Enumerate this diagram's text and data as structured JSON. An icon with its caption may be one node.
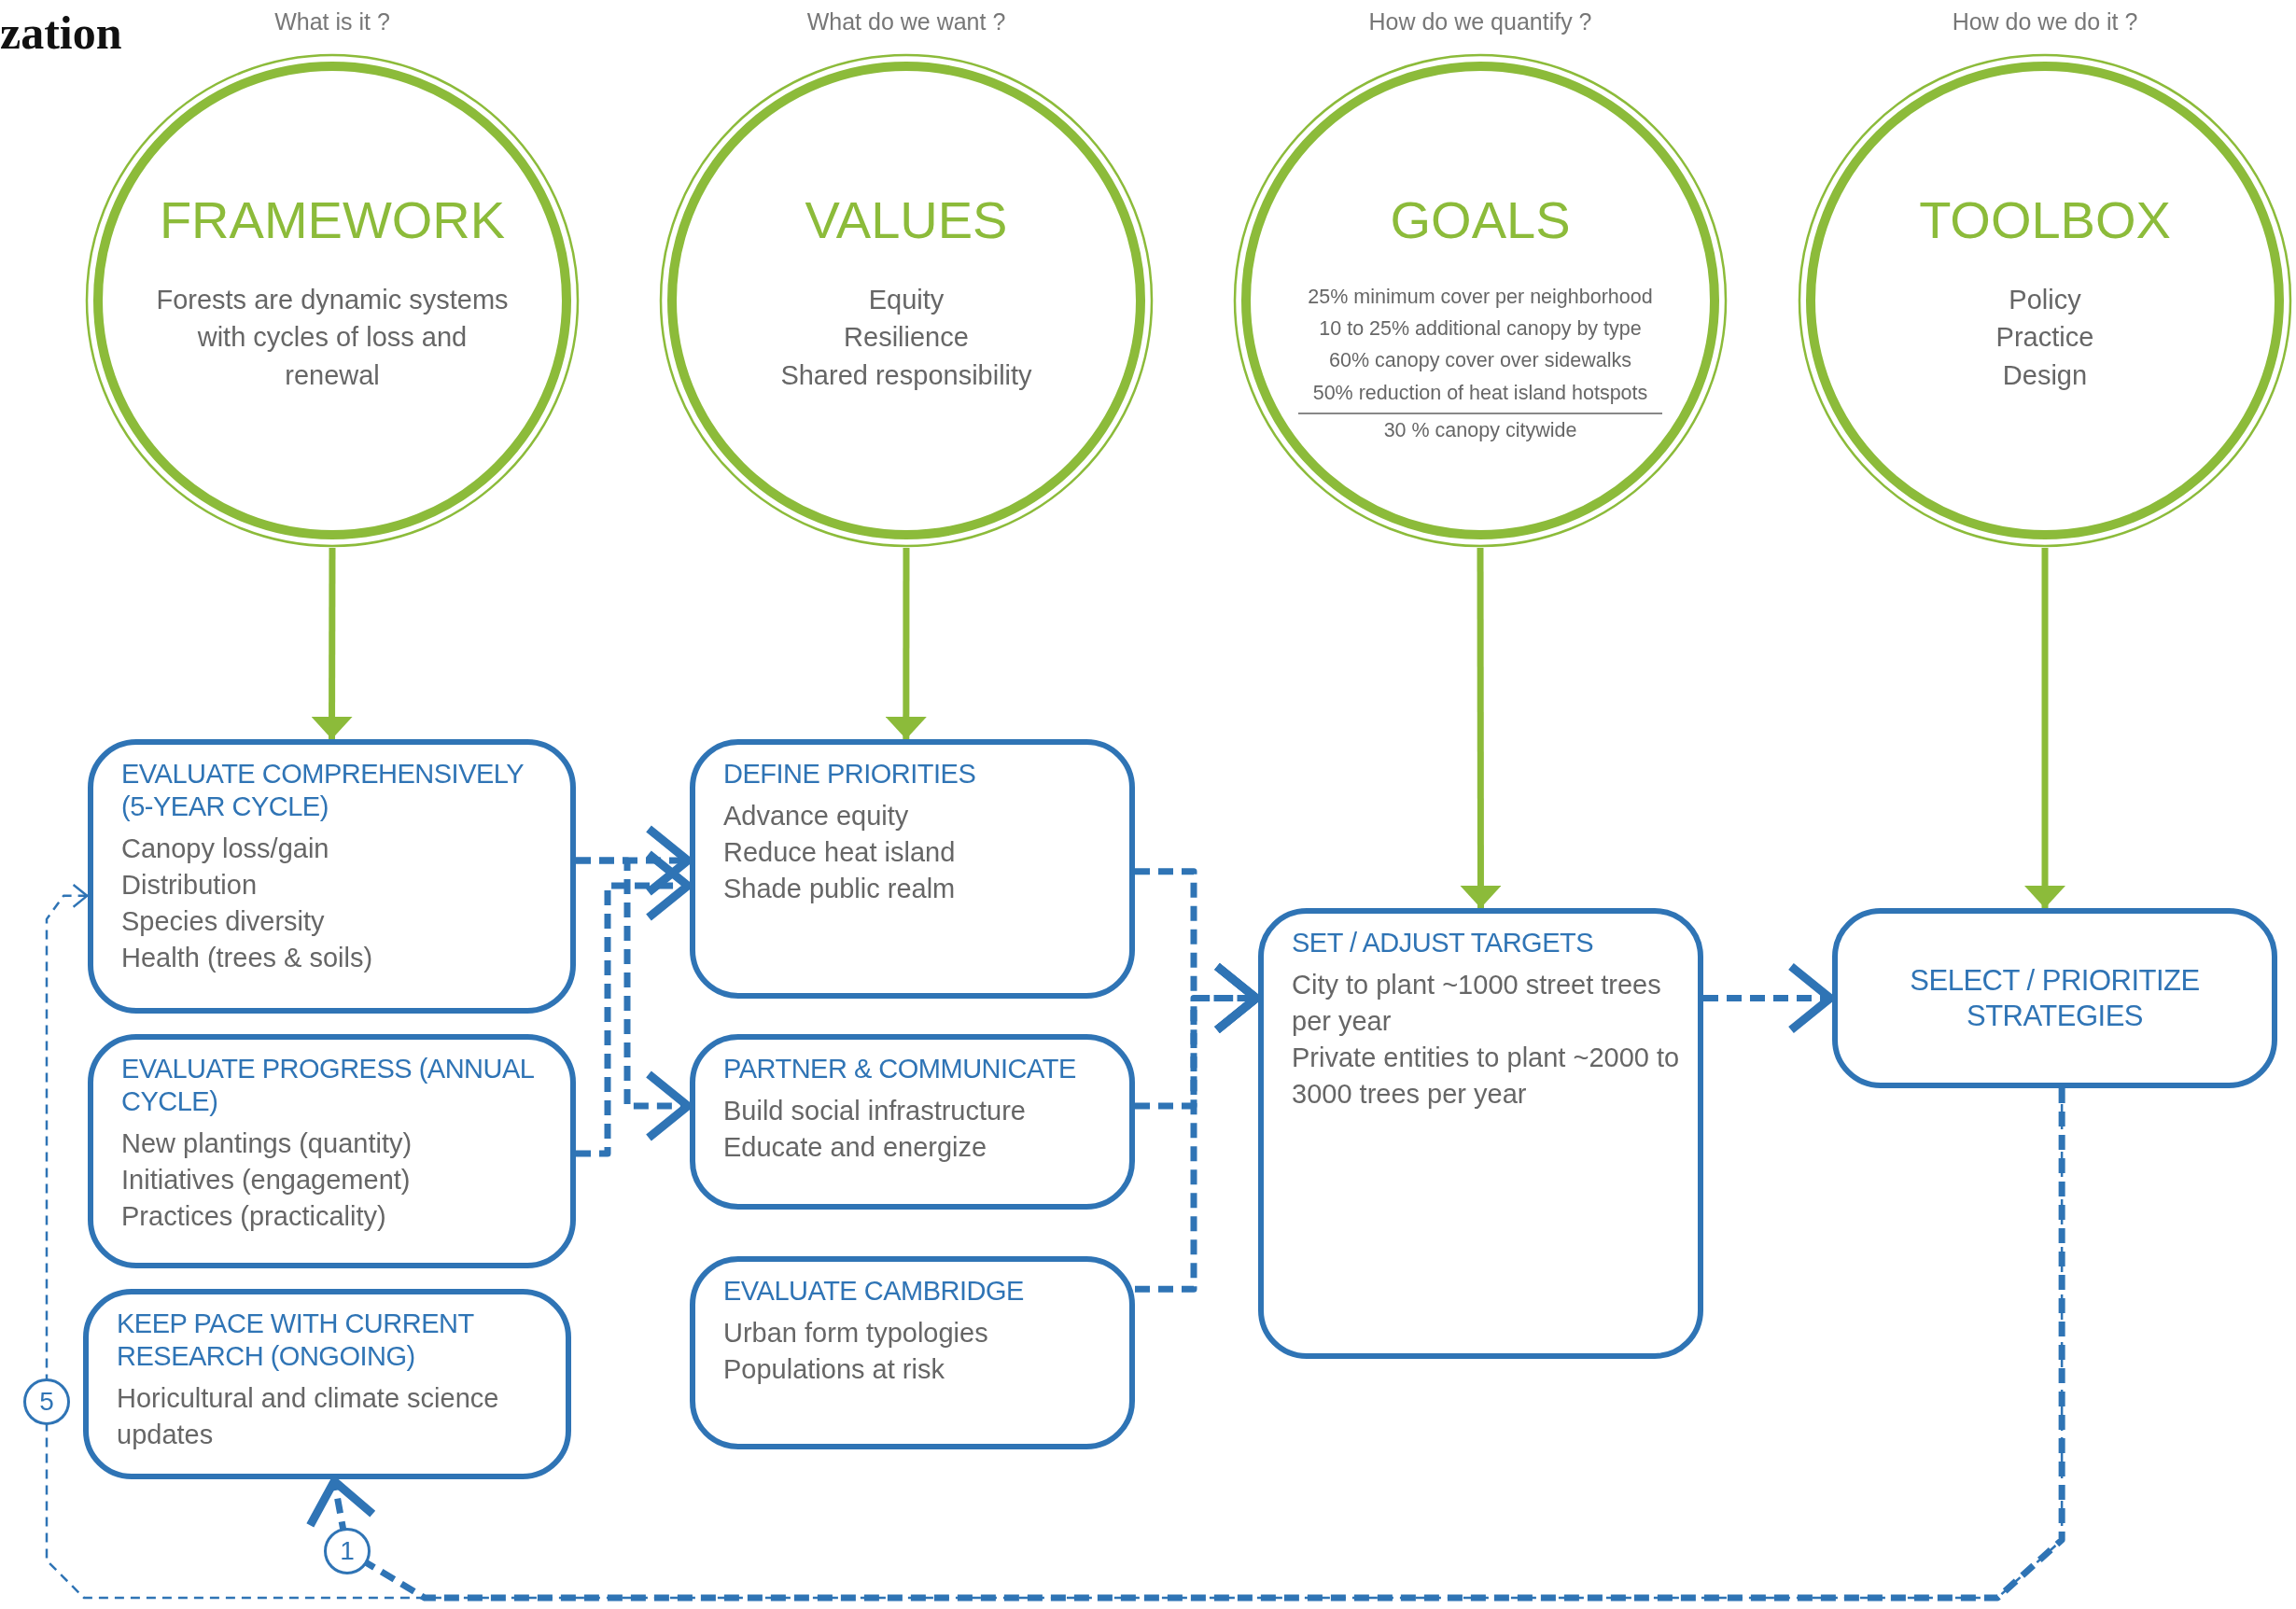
{
  "diagram": {
    "title": "zation",
    "nodes": [
      {
        "text": [
          "FRAMEWORK",
          "Forests are dynamic systems with cycles of loss and renewal"
        ],
        "beside": [
          "What is it ?"
        ]
      },
      {
        "text": [
          "VALUES",
          "Equity",
          "Resilience",
          "Shared responsibility"
        ],
        "beside": [
          "What do we want ?"
        ]
      },
      {
        "text": [
          "GOALS",
          "25% minimum cover per neighborhood",
          "10 to 25% additional canopy by type",
          "60% canopy cover over sidewalks",
          "50% reduction of heat island hotspots",
          "30 % canopy citywide"
        ],
        "beside": [
          "How do we quantify ?"
        ]
      },
      {
        "text": [
          "TOOLBOX",
          "Policy",
          "Practice",
          "Design"
        ],
        "beside": [
          "How do we do it ?"
        ]
      },
      {
        "text": [
          "EVALUATE COMPREHENSIVELY (5-YEAR CYCLE)",
          "Canopy loss/gain",
          "Distribution",
          "Species diversity",
          "Health (trees & soils)"
        ]
      },
      {
        "text": [
          "EVALUATE PROGRESS (ANNUAL CYCLE)",
          "New plantings (quantity)",
          "Initiatives (engagement)",
          "Practices (practicality)"
        ]
      },
      {
        "text": [
          "KEEP PACE WITH CURRENT RESEARCH (ONGOING)",
          "Horicultural and climate science updates"
        ]
      },
      {
        "text": [
          "DEFINE PRIORITIES",
          "Advance equity",
          "Reduce heat island",
          "Shade public realm"
        ]
      },
      {
        "text": [
          "PARTNER & COMMUNICATE",
          "Build social infrastructure",
          "Educate and energize"
        ]
      },
      {
        "text": [
          "EVALUATE CAMBRIDGE",
          "Urban form typologies",
          "Populations at risk"
        ]
      },
      {
        "text": [
          "SET / ADJUST TARGETS",
          "City to plant ~1000 street trees per year",
          "Private entities to plant ~2000 to 3000 trees per year"
        ]
      },
      {
        "text": [
          "SELECT / PRIORITIZE STRATEGIES"
        ]
      }
    ],
    "edges": [
      {
        "from": 0,
        "to": 4,
        "arrow": "to",
        "color": "#8cbb3a"
      },
      {
        "from": 1,
        "to": 7,
        "arrow": "to",
        "color": "#8cbb3a"
      },
      {
        "from": 2,
        "to": 10,
        "arrow": "to",
        "color": "#8cbb3a"
      },
      {
        "from": 3,
        "to": 11,
        "arrow": "to",
        "color": "#8cbb3a"
      },
      {
        "from": 4,
        "to": 7,
        "arrow": "to",
        "style": "dashed"
      },
      {
        "from": 4,
        "to": 8,
        "arrow": "to",
        "style": "dashed"
      },
      {
        "from": 5,
        "to": 7,
        "arrow": "to",
        "style": "dashed"
      },
      {
        "from": 7,
        "to": 10,
        "arrow": "to",
        "style": "dashed"
      },
      {
        "from": 8,
        "to": 10,
        "arrow": "to",
        "style": "dashed"
      },
      {
        "from": 9,
        "to": 10,
        "arrow": "to",
        "style": "dashed"
      },
      {
        "from": 10,
        "to": 11,
        "arrow": "to",
        "style": "dashed"
      },
      {
        "from": 11,
        "to": 6,
        "arrow": "to",
        "style": "dashed",
        "label": "1"
      },
      {
        "from": 11,
        "to": 4,
        "arrow": "to",
        "style": "dashed",
        "label": "5"
      }
    ]
  }
}
